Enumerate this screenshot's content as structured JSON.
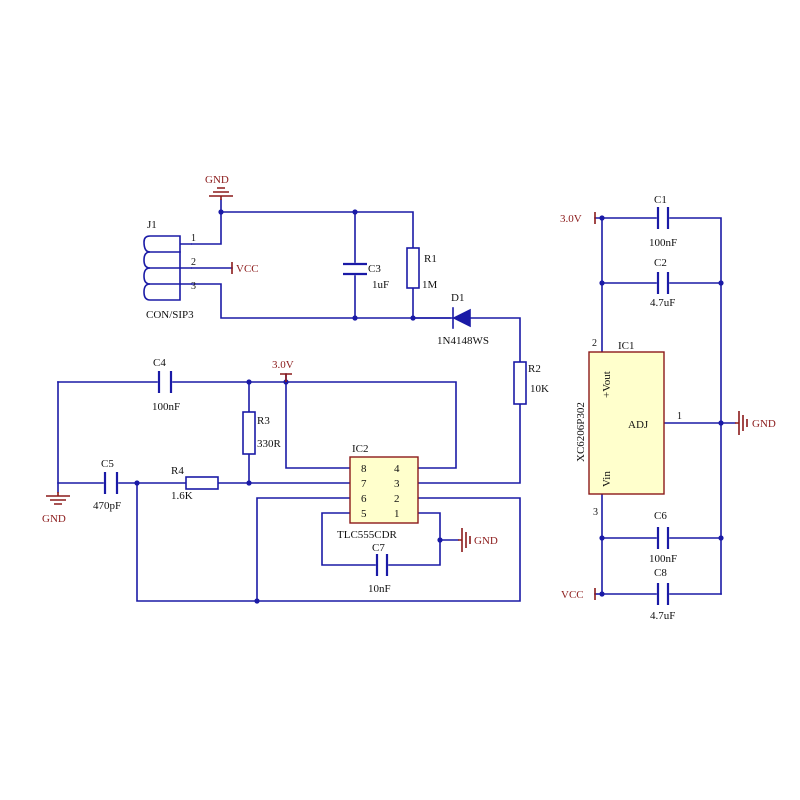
{
  "net_labels": {
    "gnd": "GND",
    "vcc": "VCC",
    "v3": "3.0V"
  },
  "j1": {
    "ref": "J1",
    "value": "CON/SIP3",
    "pins": [
      "1",
      "2",
      "3"
    ]
  },
  "c3": {
    "ref": "C3",
    "value": "1uF"
  },
  "r1": {
    "ref": "R1",
    "value": "1M"
  },
  "d1": {
    "ref": "D1",
    "value": "1N4148WS"
  },
  "r2": {
    "ref": "R2",
    "value": "10K"
  },
  "c4": {
    "ref": "C4",
    "value": "100nF"
  },
  "r3": {
    "ref": "R3",
    "value": "330R"
  },
  "c5": {
    "ref": "C5",
    "value": "470pF"
  },
  "r4": {
    "ref": "R4",
    "value": "1.6K"
  },
  "ic2": {
    "ref": "IC2",
    "value": "TLC555CDR",
    "left_pins": [
      "8",
      "7",
      "6",
      "5"
    ],
    "right_pins": [
      "4",
      "3",
      "2",
      "1"
    ]
  },
  "c7": {
    "ref": "C7",
    "value": "10nF"
  },
  "c1": {
    "ref": "C1",
    "value": "100nF"
  },
  "c2": {
    "ref": "C2",
    "value": "4.7uF"
  },
  "ic1": {
    "ref": "IC1",
    "value": "XC6206P302",
    "pin_vout": "+Vout",
    "pin_adj": "ADJ",
    "pin_vin": "Vin",
    "pin_num_vout": "2",
    "pin_num_adj": "1",
    "pin_num_vin": "3"
  },
  "c6": {
    "ref": "C6",
    "value": "100nF"
  },
  "c8": {
    "ref": "C8",
    "value": "4.7uF"
  }
}
